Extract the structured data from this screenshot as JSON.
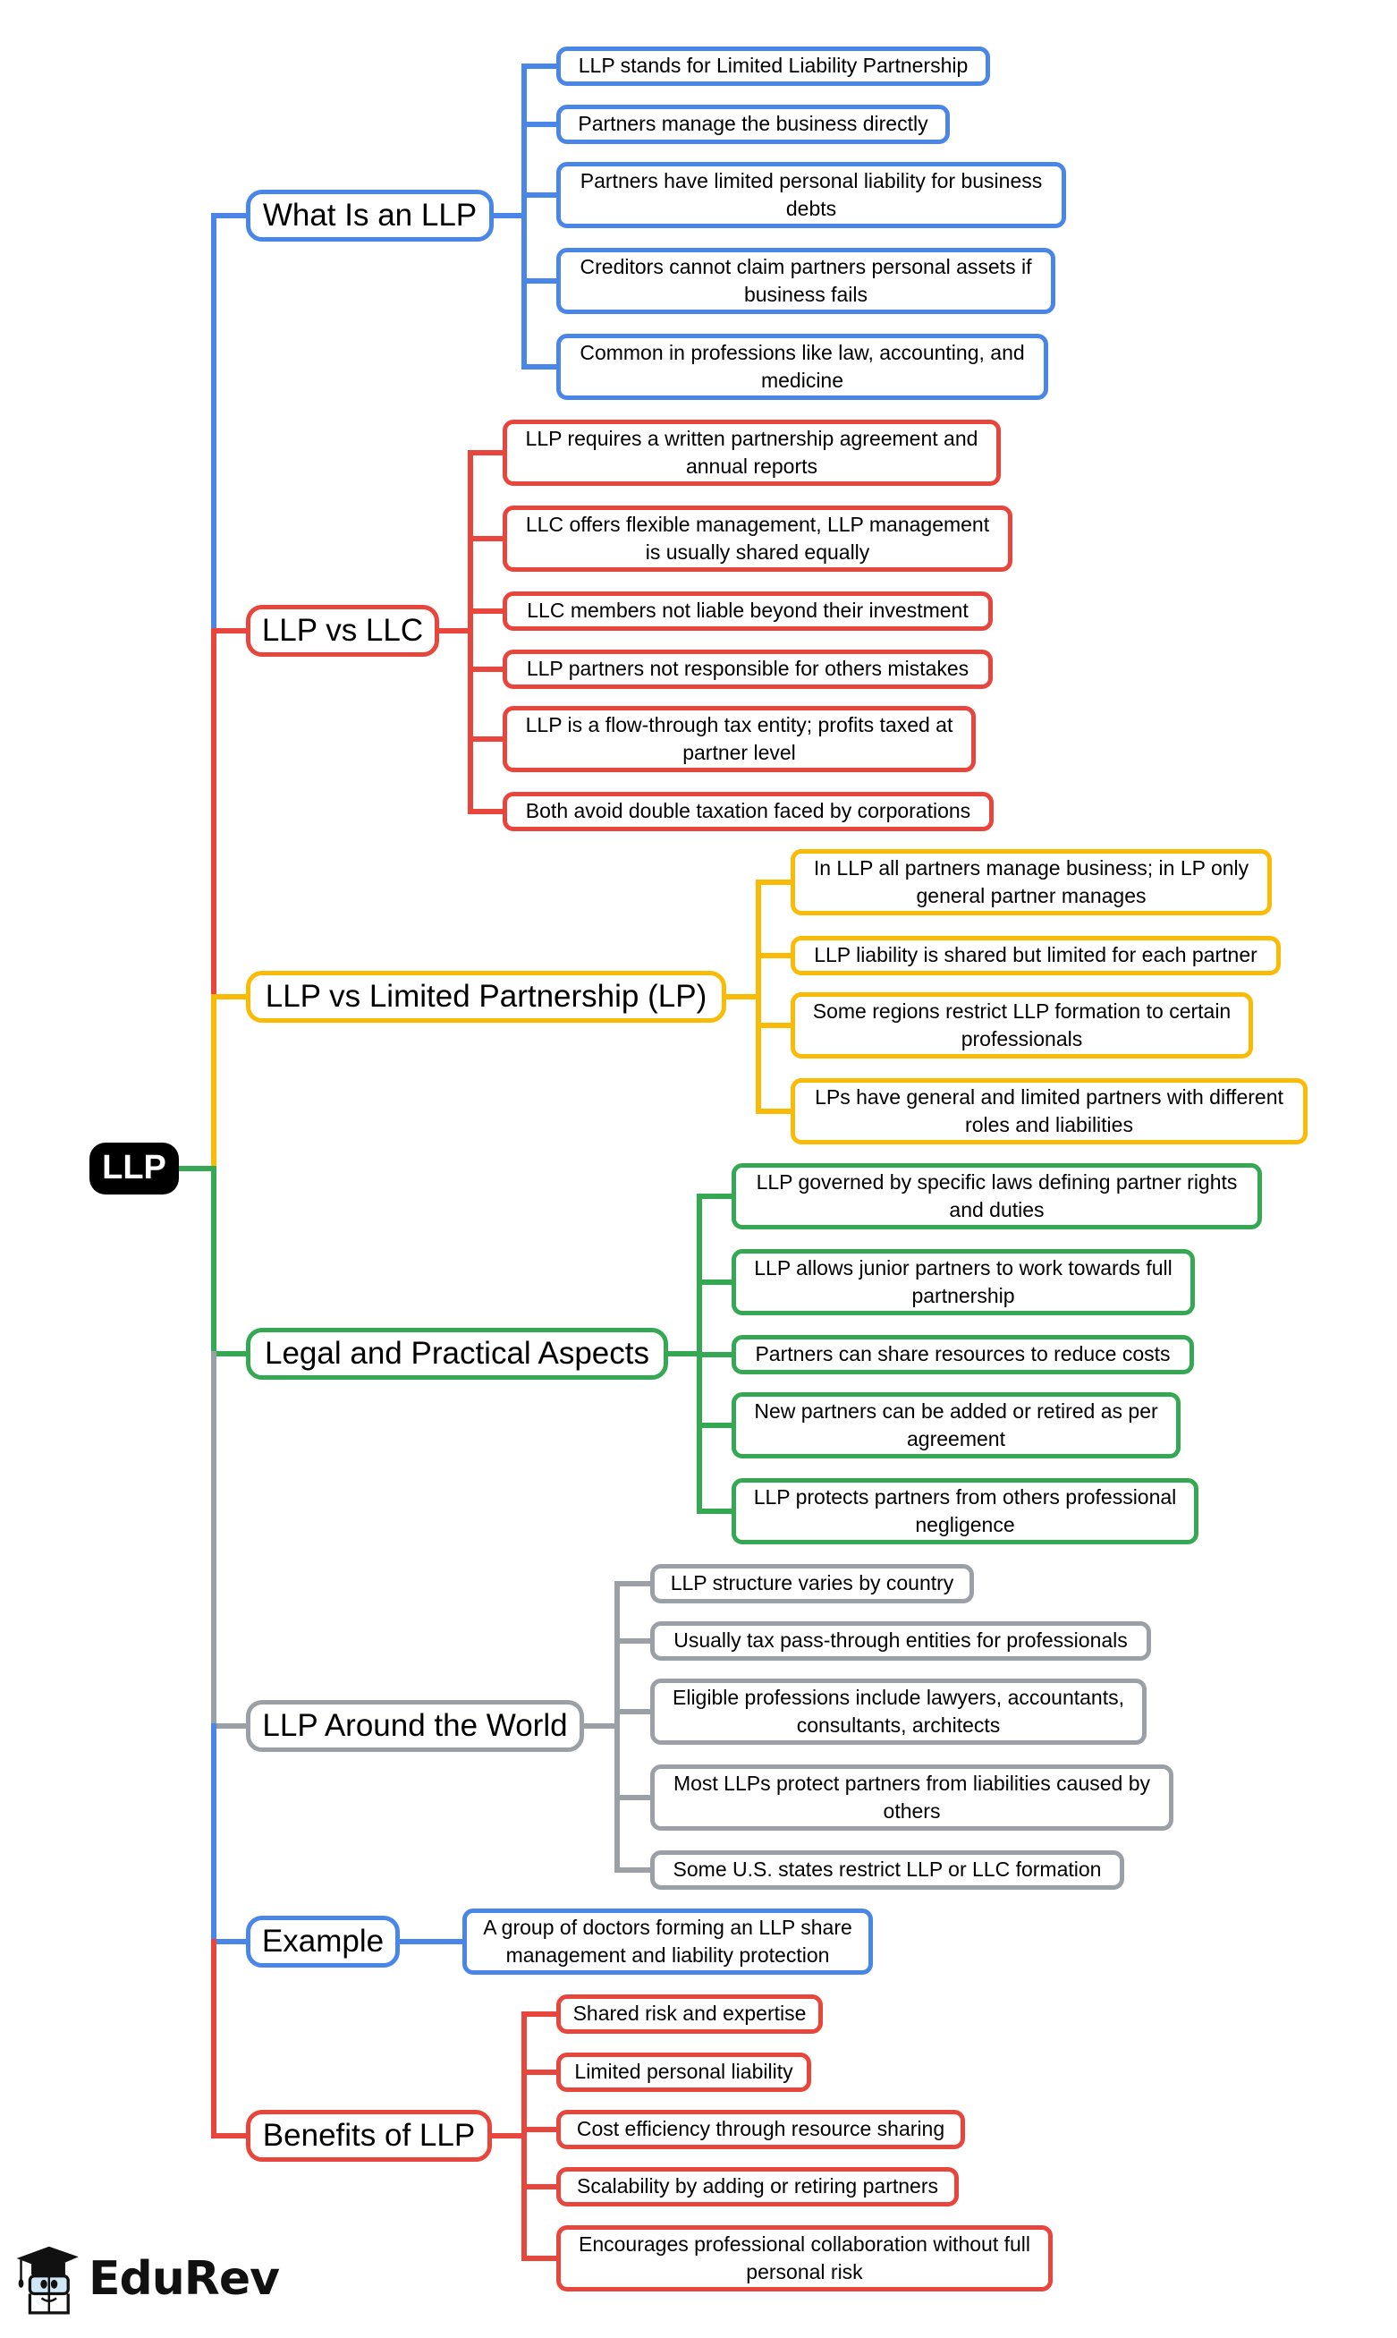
{
  "root": {
    "label": "LLP"
  },
  "colors": {
    "blue": "#4a86e8",
    "red": "#e8453c",
    "yellow": "#f9bb06",
    "green": "#34a853",
    "gray": "#9aa0a6",
    "root_bg": "#000000"
  },
  "branches": [
    {
      "label": "What Is an LLP",
      "color": "blue",
      "children": [
        "LLP stands for Limited Liability Partnership",
        "Partners manage the business directly",
        "Partners have limited personal liability for business debts",
        "Creditors cannot claim partners personal assets if business fails",
        "Common in professions like law, accounting, and medicine"
      ]
    },
    {
      "label": "LLP vs LLC",
      "color": "red",
      "children": [
        "LLP requires a written partnership agreement and annual reports",
        "LLC offers flexible management, LLP management is usually shared equally",
        "LLC members not liable beyond their investment",
        "LLP partners not responsible for others mistakes",
        "LLP is a flow-through tax entity; profits taxed at partner level",
        "Both avoid double taxation faced by corporations"
      ]
    },
    {
      "label": "LLP vs Limited Partnership (LP)",
      "color": "yellow",
      "children": [
        "In LLP all partners manage business; in LP only general partner manages",
        "LLP liability is shared but limited for each partner",
        "Some regions restrict LLP formation to certain professionals",
        "LPs have general and limited partners with different roles and liabilities"
      ]
    },
    {
      "label": "Legal and Practical Aspects",
      "color": "green",
      "children": [
        "LLP governed by specific laws defining partner rights and duties",
        "LLP allows junior partners to work towards full partnership",
        "Partners can share resources to reduce costs",
        "New partners can be added or retired as per agreement",
        "LLP protects partners from others professional negligence"
      ]
    },
    {
      "label": "LLP Around the World",
      "color": "gray",
      "children": [
        "LLP structure varies by country",
        "Usually tax pass-through entities for professionals",
        "Eligible professions include lawyers, accountants, consultants, architects",
        "Most LLPs protect partners from liabilities caused by others",
        "Some U.S. states restrict LLP or LLC formation"
      ]
    },
    {
      "label": "Example",
      "color": "blue",
      "children": [
        "A group of doctors forming an LLP share management and liability protection"
      ]
    },
    {
      "label": "Benefits of LLP",
      "color": "red",
      "children": [
        "Shared risk and expertise",
        "Limited personal liability",
        "Cost efficiency through resource sharing",
        "Scalability by adding or retiring partners",
        "Encourages professional collaboration without full personal risk"
      ]
    }
  ],
  "logo": {
    "text": "EduRev",
    "icon": "graduation-cap-mascot-icon"
  }
}
